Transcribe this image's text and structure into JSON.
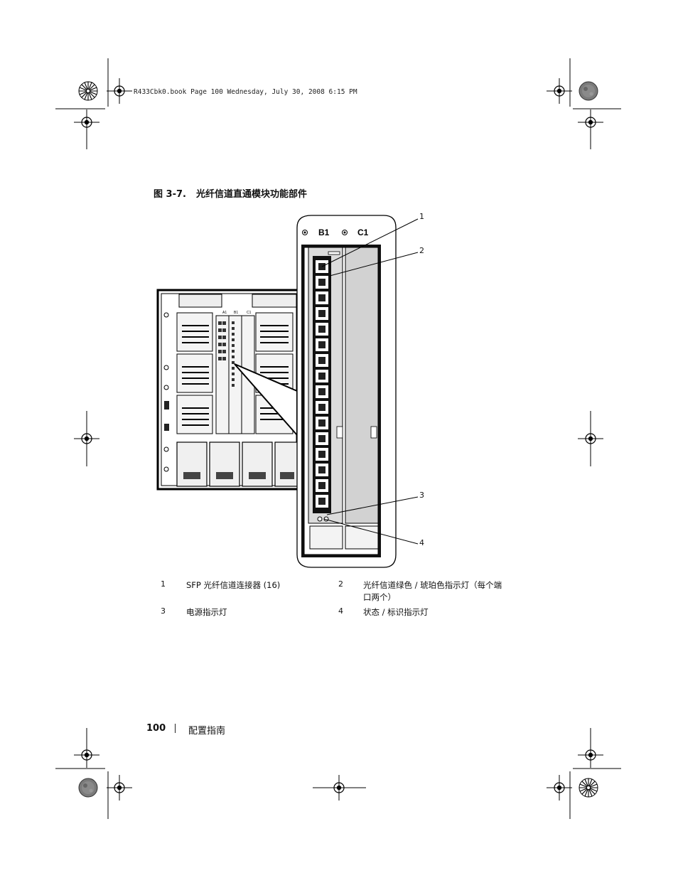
{
  "print_header": "R433Cbk0.book  Page 100  Wednesday, July 30, 2008  6:15 PM",
  "figure": {
    "number": "图 3-7.",
    "title": "光纤信道直通模块功能部件",
    "slot_labels": {
      "b1": "B1",
      "c1": "C1"
    },
    "small_slot_labels": {
      "a1": "A1",
      "b1": "B1",
      "c1": "C1"
    },
    "callouts": [
      "1",
      "2",
      "3",
      "4"
    ]
  },
  "legend": [
    {
      "num": "1",
      "text": "SFP 光纤信道连接器 (16)"
    },
    {
      "num": "2",
      "text": "光纤信道绿色 / 琥珀色指示灯（每个端口两个）"
    },
    {
      "num": "3",
      "text": "电源指示灯"
    },
    {
      "num": "4",
      "text": "状态 / 标识指示灯"
    }
  ],
  "footer": {
    "page_number": "100",
    "section": "配置指南"
  }
}
